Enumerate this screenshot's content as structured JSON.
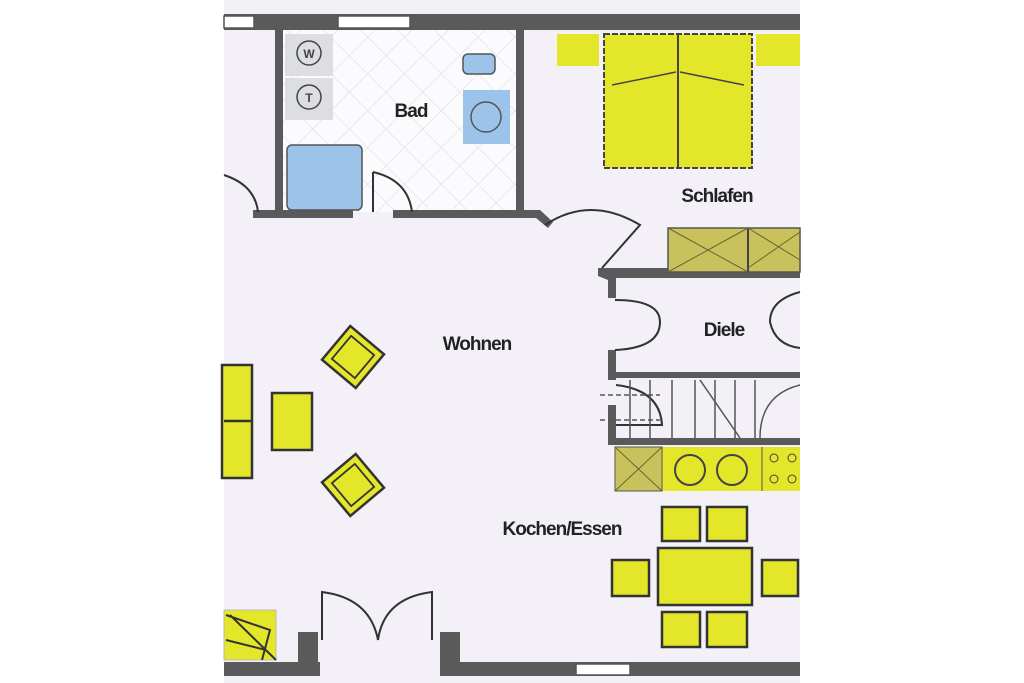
{
  "plan": {
    "rooms": [
      {
        "id": "bad",
        "label": "Bad"
      },
      {
        "id": "schlafen",
        "label": "Schlafen"
      },
      {
        "id": "diele",
        "label": "Diele"
      },
      {
        "id": "wohnen",
        "label": "Wohnen"
      },
      {
        "id": "kochen_essen",
        "label": "Kochen/Essen"
      }
    ],
    "symbols": {
      "washer": "W",
      "dryer": "T"
    }
  },
  "colors": {
    "floor": "#f3f0f7",
    "wall": "#5a5a5a",
    "furniture": "#e4e62a",
    "wardrobe": "#c9c25c",
    "sanitary": "#9cc4ea"
  }
}
